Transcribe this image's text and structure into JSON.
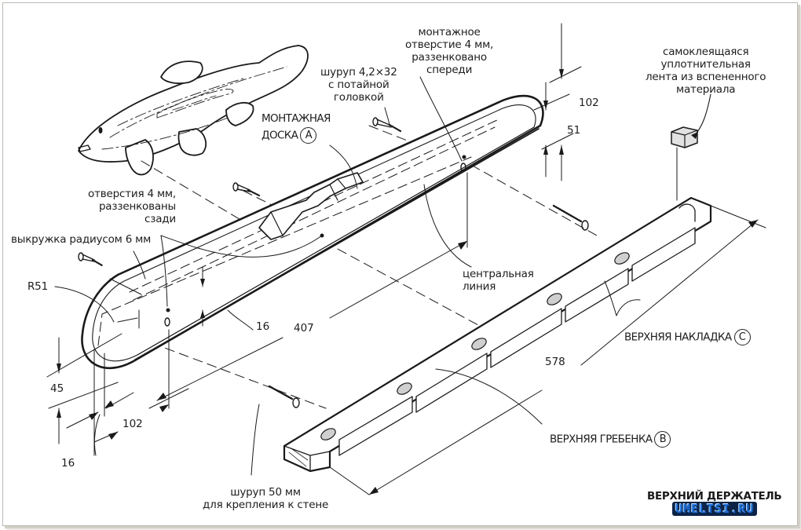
{
  "title": "ВЕРХНИЙ ДЕРЖАТЕЛЬ",
  "watermark": "UMELTSI.RU",
  "parts": {
    "a": {
      "name_line1": "МОНТАЖНАЯ",
      "name_line2": "ДОСКА",
      "letter": "A"
    },
    "b": {
      "name": "ВЕРХНЯЯ ГРЕБЕНКА",
      "letter": "B"
    },
    "c": {
      "name": "ВЕРХНЯЯ НАКЛАДКА",
      "letter": "C"
    }
  },
  "callouts": {
    "screw_small": [
      "шуруп 4,2×32",
      "с потайной",
      "головкой"
    ],
    "mount_hole": [
      "монтажное",
      "отверстие 4 мм,",
      "раззенковано",
      "спереди"
    ],
    "foam_tape": [
      "самоклеящаяся",
      "уплотнительная",
      "лента из вспененного",
      "материала"
    ],
    "holes_back": [
      "отверстия 4 мм,",
      "раззенкованы",
      "сзади"
    ],
    "cove": "выкружка радиусом 6 мм",
    "radius": "R51",
    "center_line": [
      "центральная",
      "линия"
    ],
    "screw_wall": [
      "шуруп 50 мм",
      "для крепления к стене"
    ]
  },
  "dimensions": {
    "width_top": "102",
    "half_width": "51",
    "hole_offset": "16",
    "board_length": "407",
    "comb_length": "578",
    "thickness": "45",
    "end_offset": "102",
    "end_hole": "16"
  }
}
